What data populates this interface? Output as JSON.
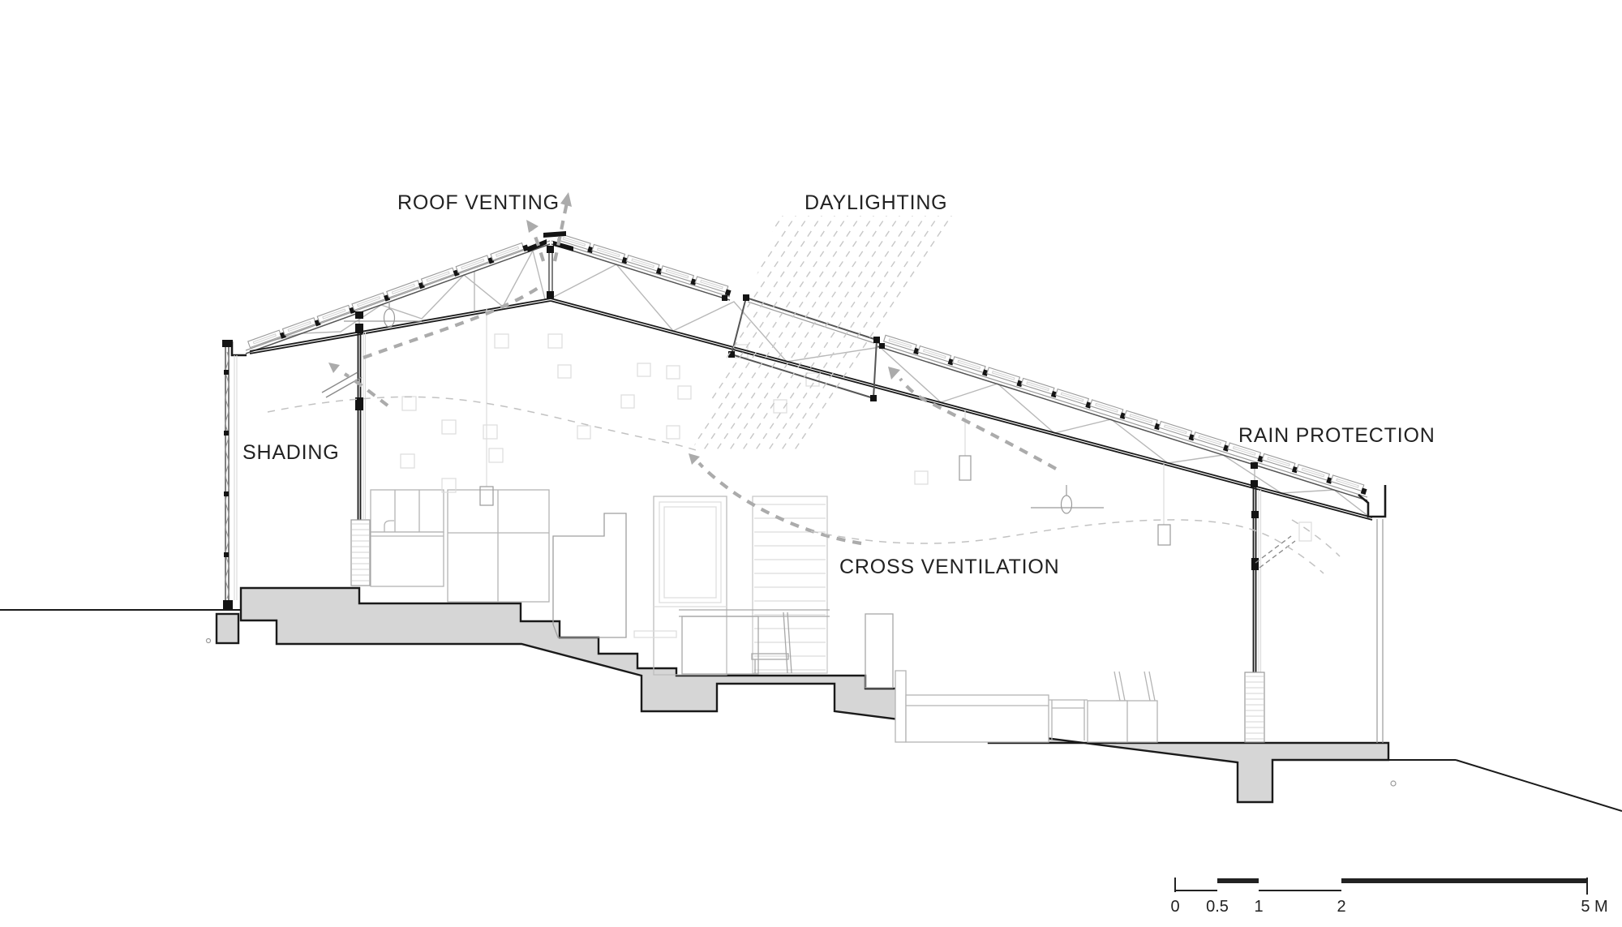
{
  "labels": {
    "roof_venting": "ROOF VENTING",
    "daylighting": "DAYLIGHTING",
    "shading": "SHADING",
    "rain_protection": "RAIN PROTECTION",
    "cross_ventilation": "CROSS VENTILATION"
  },
  "scale_bar": {
    "ticks": [
      "0",
      "0.5",
      "1",
      "2"
    ],
    "end_label": "5 M"
  },
  "colors": {
    "line_dark": "#1a1a1a",
    "line_medium": "#555555",
    "line_light": "#9a9a9a",
    "furniture": "#b4b4b4",
    "faint": "#dcdcdc",
    "ground": "#d6d6d6",
    "airflow": "#ababab",
    "sunray": "#c7c7c7",
    "text": "#222222"
  }
}
